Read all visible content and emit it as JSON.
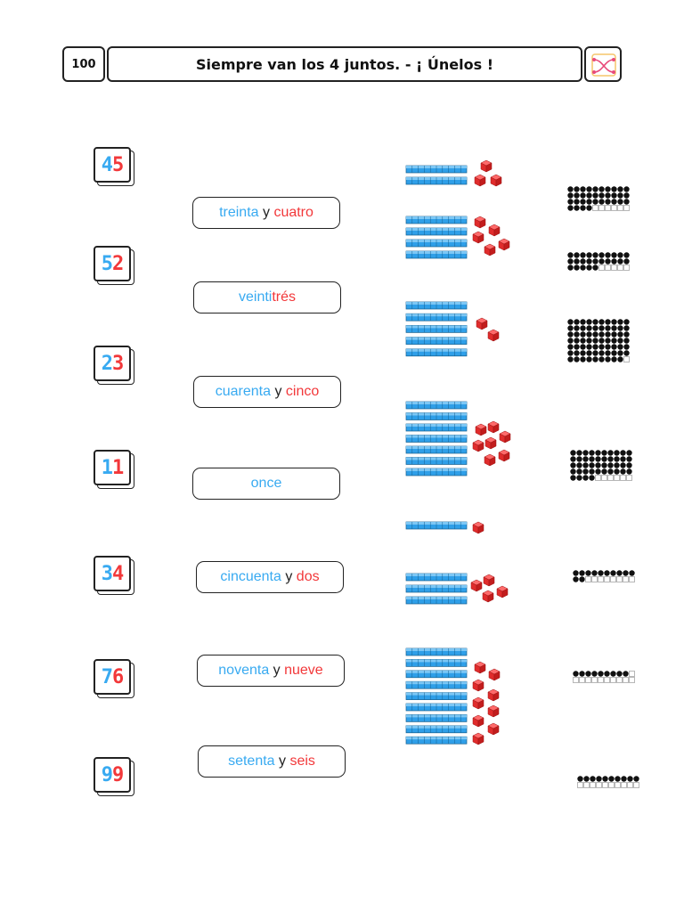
{
  "page_number": "100",
  "title": "Siempre van los 4 juntos. - ¡ Únelos !",
  "logo_icon": "crossing-lines-logo-icon",
  "colors": {
    "tens": "#38aaf1",
    "units": "#f2383a",
    "connector": "#222222"
  },
  "numbers": [
    {
      "tens": "4",
      "units": "5"
    },
    {
      "tens": "5",
      "units": "2"
    },
    {
      "tens": "2",
      "units": "3"
    },
    {
      "tens": "1",
      "units": "1"
    },
    {
      "tens": "3",
      "units": "4"
    },
    {
      "tens": "7",
      "units": "6"
    },
    {
      "tens": "9",
      "units": "9"
    }
  ],
  "words": [
    {
      "tens": "treinta",
      "connector": " y ",
      "units": "cuatro"
    },
    {
      "tens": "veinti",
      "connector": "",
      "units": "trés"
    },
    {
      "tens": "cuarenta",
      "connector": " y ",
      "units": "cinco"
    },
    {
      "tens": "once",
      "connector": "",
      "units": ""
    },
    {
      "tens": "cincuenta",
      "connector": " y ",
      "units": "dos"
    },
    {
      "tens": "noventa",
      "connector": " y ",
      "units": "nueve"
    },
    {
      "tens": "setenta",
      "connector": " y ",
      "units": "seis"
    }
  ],
  "base_ten_groups": [
    {
      "rods": 2,
      "cubes": 3
    },
    {
      "rods": 4,
      "cubes": 5
    },
    {
      "rods": 5,
      "cubes": 2
    },
    {
      "rods": 7,
      "cubes": 7
    },
    {
      "rods": 1,
      "cubes": 1
    },
    {
      "rods": 3,
      "cubes": 4
    },
    {
      "rods": 9,
      "cubes": 9
    }
  ],
  "dot_grids": [
    {
      "filled": 34,
      "total": 40
    },
    {
      "filled": 25,
      "total": 30
    },
    {
      "filled": 69,
      "total": 70
    },
    {
      "filled": 44,
      "total": 50
    },
    {
      "filled": 12,
      "total": 20
    },
    {
      "filled": 9,
      "total": 20
    },
    {
      "filled": 10,
      "total": 20
    }
  ]
}
